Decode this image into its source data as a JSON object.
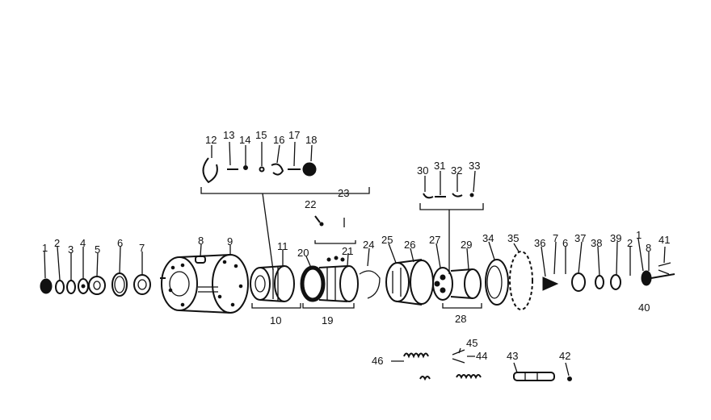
{
  "diagram": {
    "callouts": [
      "1",
      "2",
      "3",
      "4",
      "5",
      "6",
      "7",
      "8",
      "9",
      "10",
      "11",
      "12",
      "13",
      "14",
      "15",
      "16",
      "17",
      "18",
      "19",
      "20",
      "21",
      "22",
      "23",
      "24",
      "25",
      "26",
      "27",
      "28",
      "29",
      "30",
      "31",
      "32",
      "33",
      "34",
      "35",
      "36",
      "7",
      "6",
      "37",
      "38",
      "39",
      "2",
      "1",
      "8",
      "41",
      "40",
      "46",
      "45",
      "44",
      "43",
      "42"
    ],
    "group_labels": {
      "g10": "10",
      "g19": "19",
      "g28": "28"
    }
  }
}
